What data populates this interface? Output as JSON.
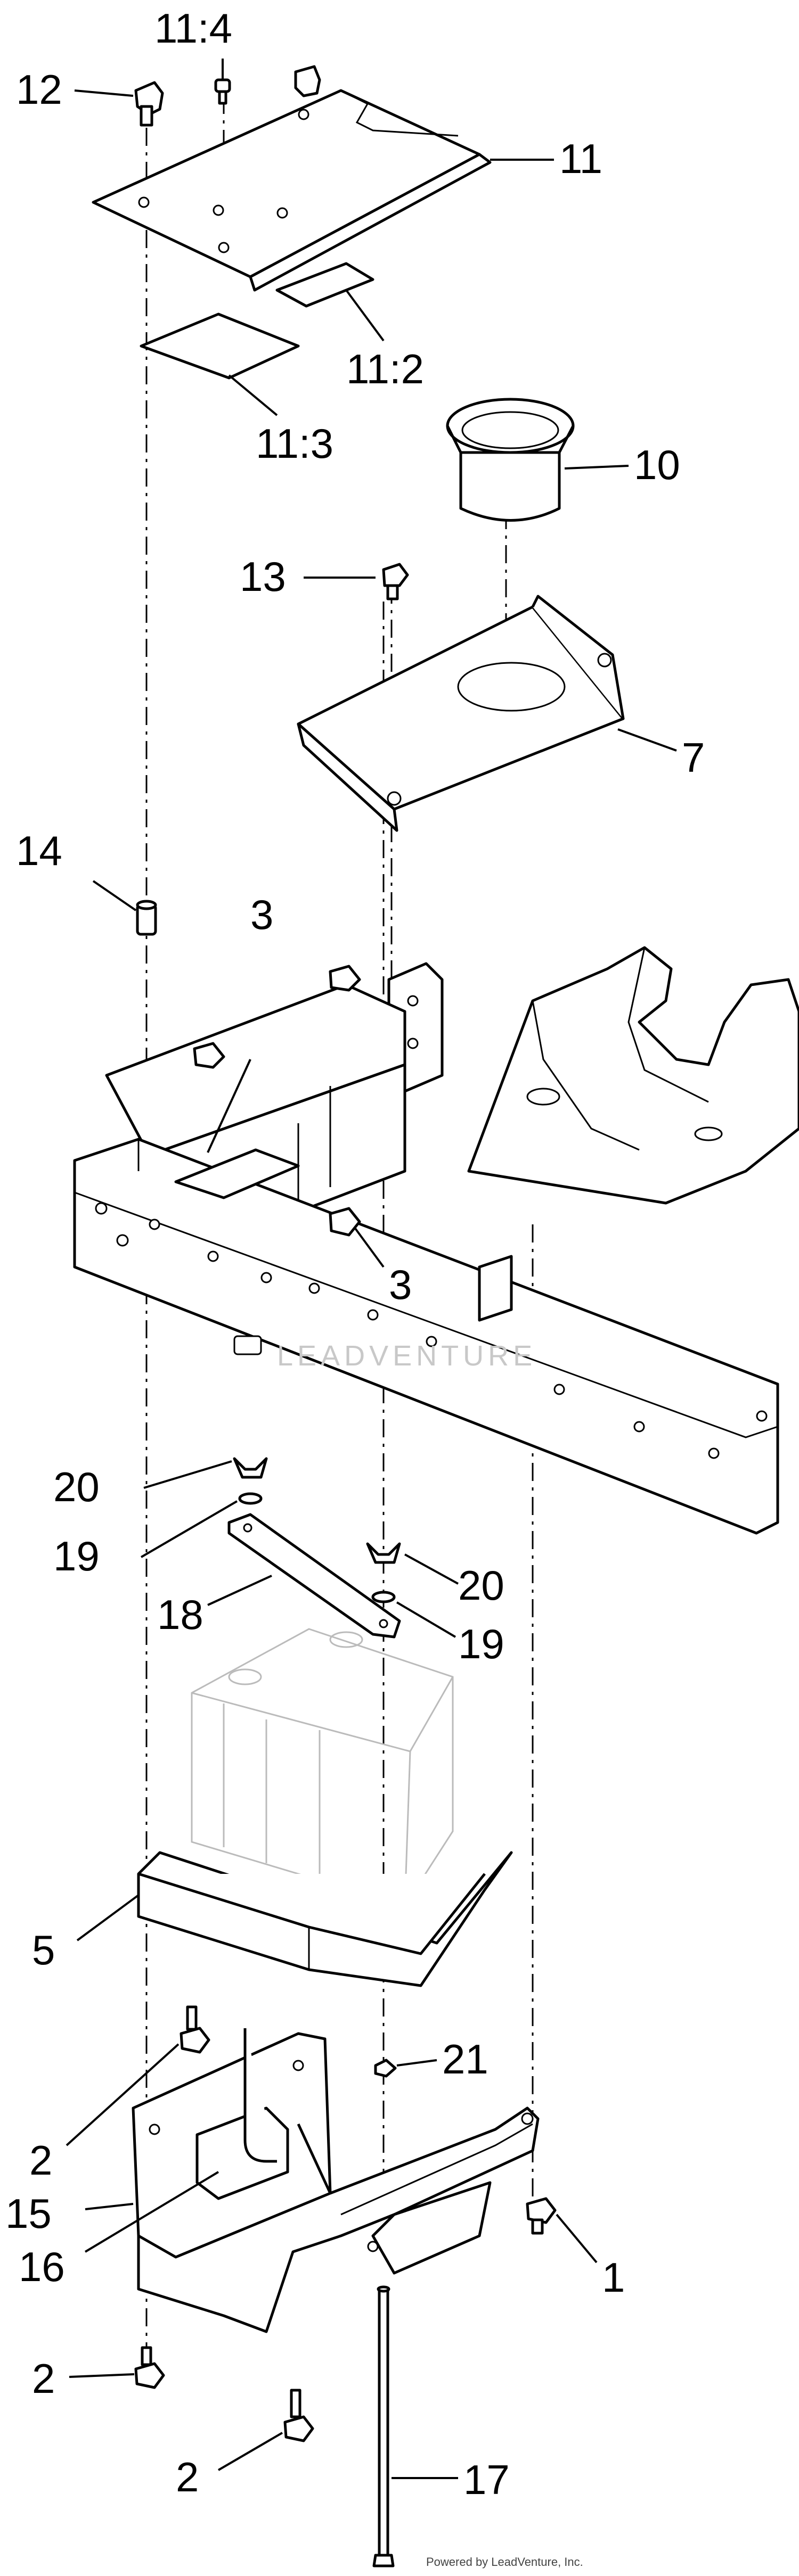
{
  "callouts": [
    {
      "id": "c12",
      "text": "12"
    },
    {
      "id": "c11_4",
      "text": "11:4"
    },
    {
      "id": "c11",
      "text": "11"
    },
    {
      "id": "c11_2",
      "text": "11:2"
    },
    {
      "id": "c11_3",
      "text": "11:3"
    },
    {
      "id": "c10",
      "text": "10"
    },
    {
      "id": "c13",
      "text": "13"
    },
    {
      "id": "c7",
      "text": "7"
    },
    {
      "id": "c14",
      "text": "14"
    },
    {
      "id": "c3a",
      "text": "3"
    },
    {
      "id": "c3b",
      "text": "3"
    },
    {
      "id": "c20a",
      "text": "20"
    },
    {
      "id": "c19a",
      "text": "19"
    },
    {
      "id": "c20b",
      "text": "20"
    },
    {
      "id": "c18",
      "text": "18"
    },
    {
      "id": "c19b",
      "text": "19"
    },
    {
      "id": "c5",
      "text": "5"
    },
    {
      "id": "c21",
      "text": "21"
    },
    {
      "id": "c2a",
      "text": "2"
    },
    {
      "id": "c15",
      "text": "15"
    },
    {
      "id": "c16",
      "text": "16"
    },
    {
      "id": "c1",
      "text": "1"
    },
    {
      "id": "c2b",
      "text": "2"
    },
    {
      "id": "c2c",
      "text": "2"
    },
    {
      "id": "c17",
      "text": "17"
    }
  ],
  "watermark": "LEADVENTURE",
  "credit": "Powered by LeadVenture, Inc."
}
